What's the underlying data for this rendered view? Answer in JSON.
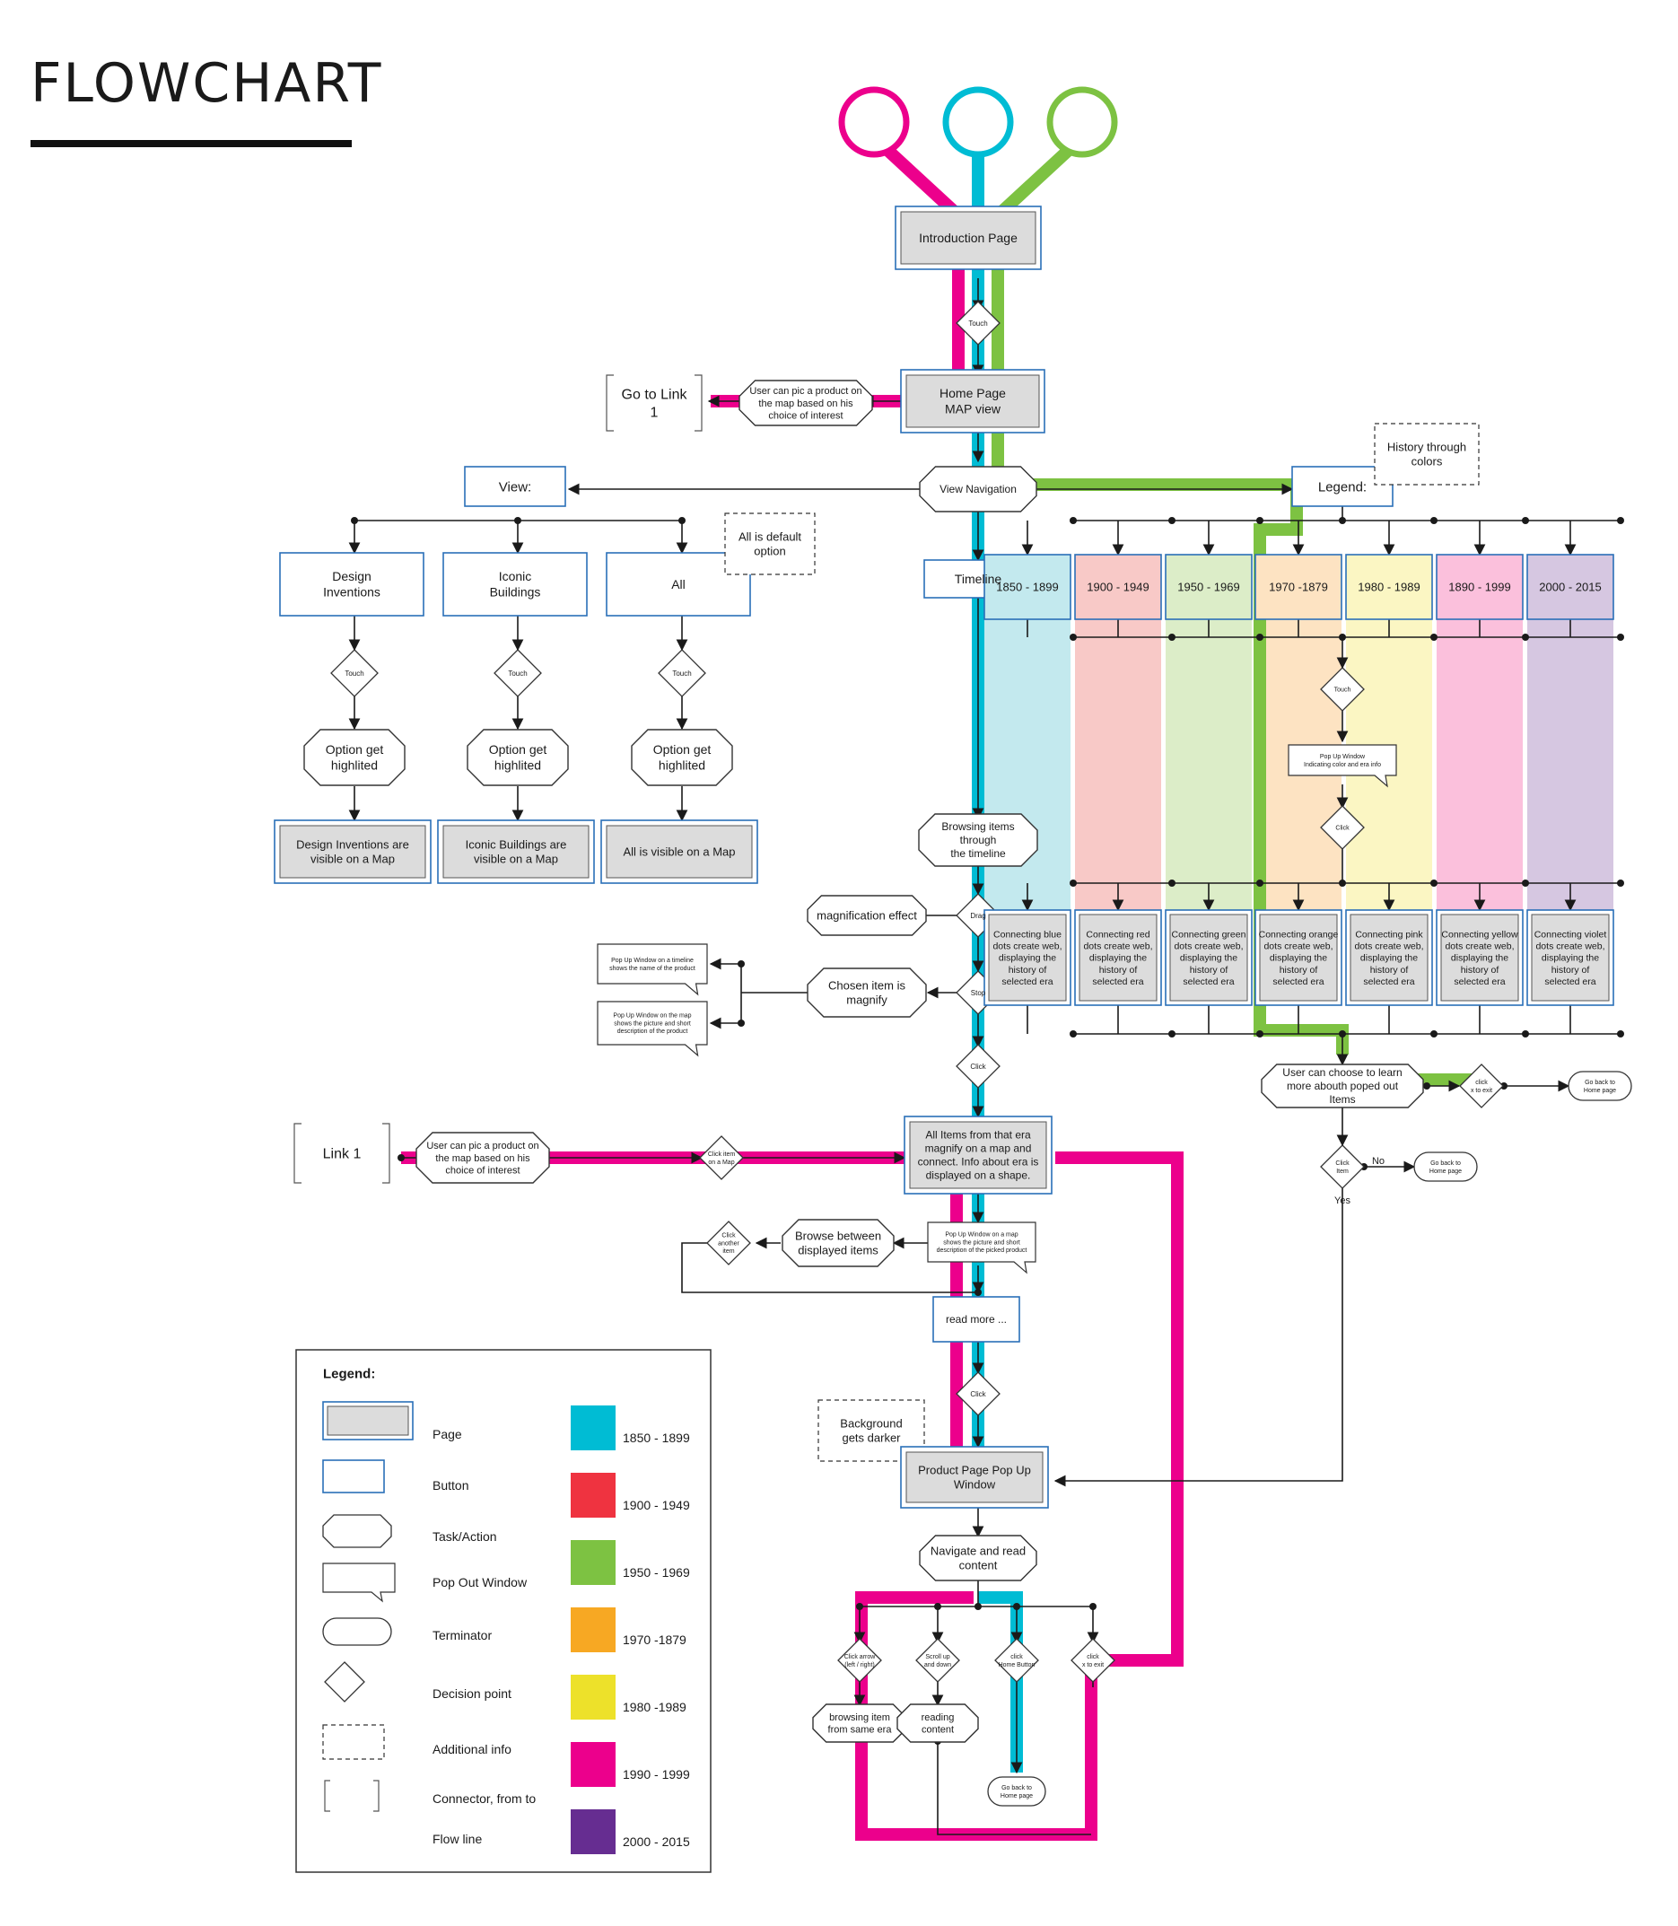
{
  "title": "FLOWCHART",
  "colors": {
    "c1850": "#00bcd4",
    "c1900": "#ef3340",
    "c1950": "#7dc242",
    "c1970": "#f7a823",
    "c1980": "#ede12a",
    "c1990": "#ec008c",
    "c2000": "#662d91",
    "button_border": "#2a6fb8",
    "page_fill": "#dcdcdc"
  },
  "nodes": {
    "intro": "Introduction Page",
    "touch": "Touch",
    "home": "Home Page\nMAP view",
    "pick_product": "User can pic a product on\nthe map based on his\nchoice of interest",
    "go_to_link": "Go to Link\n1",
    "view_nav": "View Navigation",
    "view": "View:",
    "legend_btn": "Legend:",
    "history_colors": "History through\ncolors",
    "design": "Design\nInventions",
    "iconic": "Iconic\nBuildings",
    "all": "All",
    "all_default": "All is default\noption",
    "option_highlited": "Option get\nhighlited",
    "design_visible": "Design Inventions are\nvisible on a Map",
    "iconic_visible": "Iconic Buildings are\nvisible on a Map",
    "all_visible": "All is visible on a Map",
    "timeline": "Timeline",
    "browsing": "Browsing items\nthrough\nthe timeline",
    "magnification": "magnification effect",
    "drag": "Drag",
    "chosen_item": "Chosen item is\nmagnify",
    "stop": "Stop",
    "popup_timeline": "Pop Up Window on a timeline\nshows the name of the product",
    "popup_map": "Pop Up Window on the map\nshows the picture and short\ndescription of the product",
    "click": "Click",
    "link1": "Link 1",
    "pick_product2": "User can pic a product on\nthe map based on his\nchoice of interest",
    "click_item_map": "Click item\non a Map",
    "all_items": "All Items from that era\nmagnify on a map and\nconnect. Info about era is\ndisplayed on a shape.",
    "popup_picked": "Pop Up Window on a map\nshows the picture and short\ndescription of the picked product",
    "browse_between": "Browse between\ndisplayed items",
    "click_another": "Click\nanother\nitem",
    "read_more": "read more ...",
    "background_darker": "Background\ngets darker",
    "product_page": "Product Page Pop Up\nWindow",
    "navigate_read": "Navigate and read\ncontent",
    "click_arrow": "Click arrow\n(left / right)",
    "scroll": "Scroll up\nand down",
    "click_home": "click\nHome Button",
    "click_x": "click\nx to exit",
    "browsing_same_era": "browsing item\nfrom same era",
    "reading_content": "reading\ncontent",
    "go_back_home": "Go back to\nHome page",
    "touch2": "Touch",
    "popup_era": "Pop Up Window\nIndicating color and era info",
    "click2": "Click",
    "learn_more": "User can choose to learn\nmore abouth poped out\nItems",
    "click_x_exit": "click\nx to exit",
    "go_back_home2": "Go back to\nHome page",
    "click_item": "Click\nItem",
    "no": "No",
    "go_back_home3": "Go back to\nHome page",
    "yes": "Yes"
  },
  "eras": [
    {
      "label": "1850 - 1899",
      "desc": "Connecting blue\ndots create web,\ndisplaying the\nhistory of\nselected era",
      "fill": "#c3e9ee"
    },
    {
      "label": "1900 - 1949",
      "desc": "Connecting red\ndots create web,\ndisplaying the\nhistory of\nselected era",
      "fill": "#f8c9c7"
    },
    {
      "label": "1950 - 1969",
      "desc": "Connecting green\ndots create web,\ndisplaying the\nhistory of\nselected era",
      "fill": "#dcedc8"
    },
    {
      "label": "1970 -1879",
      "desc": "Connecting orange\ndots create web,\ndisplaying the\nhistory of\nselected era",
      "fill": "#fde3c2"
    },
    {
      "label": "1980 - 1989",
      "desc": "Connecting pink\ndots create web,\ndisplaying the\nhistory of\nselected era",
      "fill": "#fbf6c3"
    },
    {
      "label": "1890 - 1999",
      "desc": "Connecting yellow\ndots create web,\ndisplaying the\nhistory of\nselected era",
      "fill": "#fbc0dc"
    },
    {
      "label": "2000 - 2015",
      "desc": "Connecting violet\ndots create web,\ndisplaying the\nhistory of\nselected era",
      "fill": "#d6c7e1"
    }
  ],
  "legend": {
    "title": "Legend:",
    "symbols": [
      "Page",
      "Button",
      "Task/Action",
      "Pop Out Window",
      "Terminator",
      "Decision point",
      "Additional info",
      "Connector, from to",
      "Flow line"
    ],
    "eras": [
      {
        "label": "1850 - 1899",
        "color": "#00bcd4"
      },
      {
        "label": "1900 - 1949",
        "color": "#ef3340"
      },
      {
        "label": "1950 - 1969",
        "color": "#7dc242"
      },
      {
        "label": "1970 -1879",
        "color": "#f7a823"
      },
      {
        "label": "1980 -1989",
        "color": "#ede12a"
      },
      {
        "label": "1990 - 1999",
        "color": "#ec008c"
      },
      {
        "label": "2000 - 2015",
        "color": "#662d91"
      }
    ]
  }
}
